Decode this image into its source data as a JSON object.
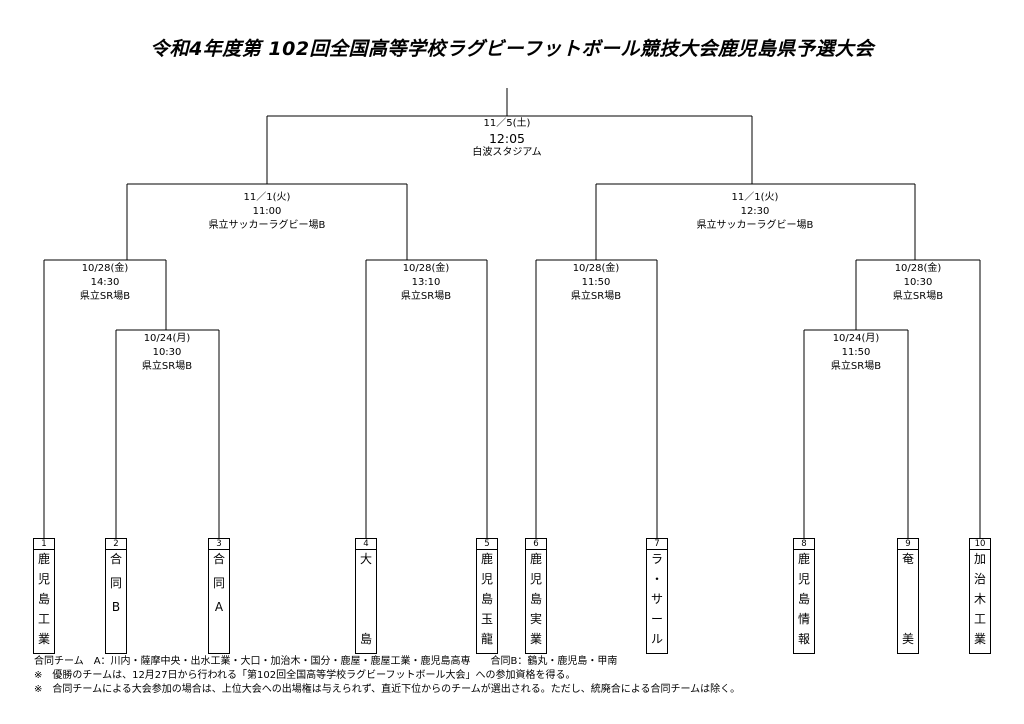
{
  "title": "令和4年度第 102回全国高等学校ラグビーフットボール競技大会鹿児島県予選大会",
  "matches": [
    {
      "id": "final",
      "date": "11／5(土)",
      "time": "12:05",
      "venue": "白波スタジアム"
    },
    {
      "id": "sf1",
      "date": "11／1(火)",
      "time": "11:00",
      "venue": "県立サッカーラグビー場B"
    },
    {
      "id": "sf2",
      "date": "11／1(火)",
      "time": "12:30",
      "venue": "県立サッカーラグビー場B"
    },
    {
      "id": "qf1",
      "date": "10/28(金)",
      "time": "14:30",
      "venue": "県立SR場B"
    },
    {
      "id": "qf2",
      "date": "10/28(金)",
      "time": "13:10",
      "venue": "県立SR場B"
    },
    {
      "id": "qf3",
      "date": "10/28(金)",
      "time": "11:50",
      "venue": "県立SR場B"
    },
    {
      "id": "qf4",
      "date": "10/28(金)",
      "time": "10:30",
      "venue": "県立SR場B"
    },
    {
      "id": "r1a",
      "date": "10/24(月)",
      "time": "10:30",
      "venue": "県立SR場B"
    },
    {
      "id": "r1b",
      "date": "10/24(月)",
      "time": "11:50",
      "venue": "県立SR場B"
    }
  ],
  "teams": [
    {
      "num": "1",
      "name": "鹿児島工業"
    },
    {
      "num": "2",
      "name": "合同B"
    },
    {
      "num": "3",
      "name": "合同A"
    },
    {
      "num": "4",
      "name": "大島"
    },
    {
      "num": "5",
      "name": "鹿児島玉龍"
    },
    {
      "num": "6",
      "name": "鹿児島実業"
    },
    {
      "num": "7",
      "name": "ラ・サール"
    },
    {
      "num": "8",
      "name": "鹿児島情報"
    },
    {
      "num": "9",
      "name": "奄美"
    },
    {
      "num": "10",
      "name": "加治木工業"
    }
  ],
  "notes": [
    "合同チーム　A：川内・薩摩中央・出水工業・大口・加治木・国分・鹿屋・鹿屋工業・鹿児島高専　　合同B：鶴丸・鹿児島・甲南",
    "※　優勝のチームは、12月27日から行われる「第102回全国高等学校ラグビーフットボール大会」への参加資格を得る。",
    "※　合同チームによる大会参加の場合は、上位大会への出場権は与えられず、直近下位からのチームが選出される。ただし、統廃合による合同チームは除く。"
  ]
}
